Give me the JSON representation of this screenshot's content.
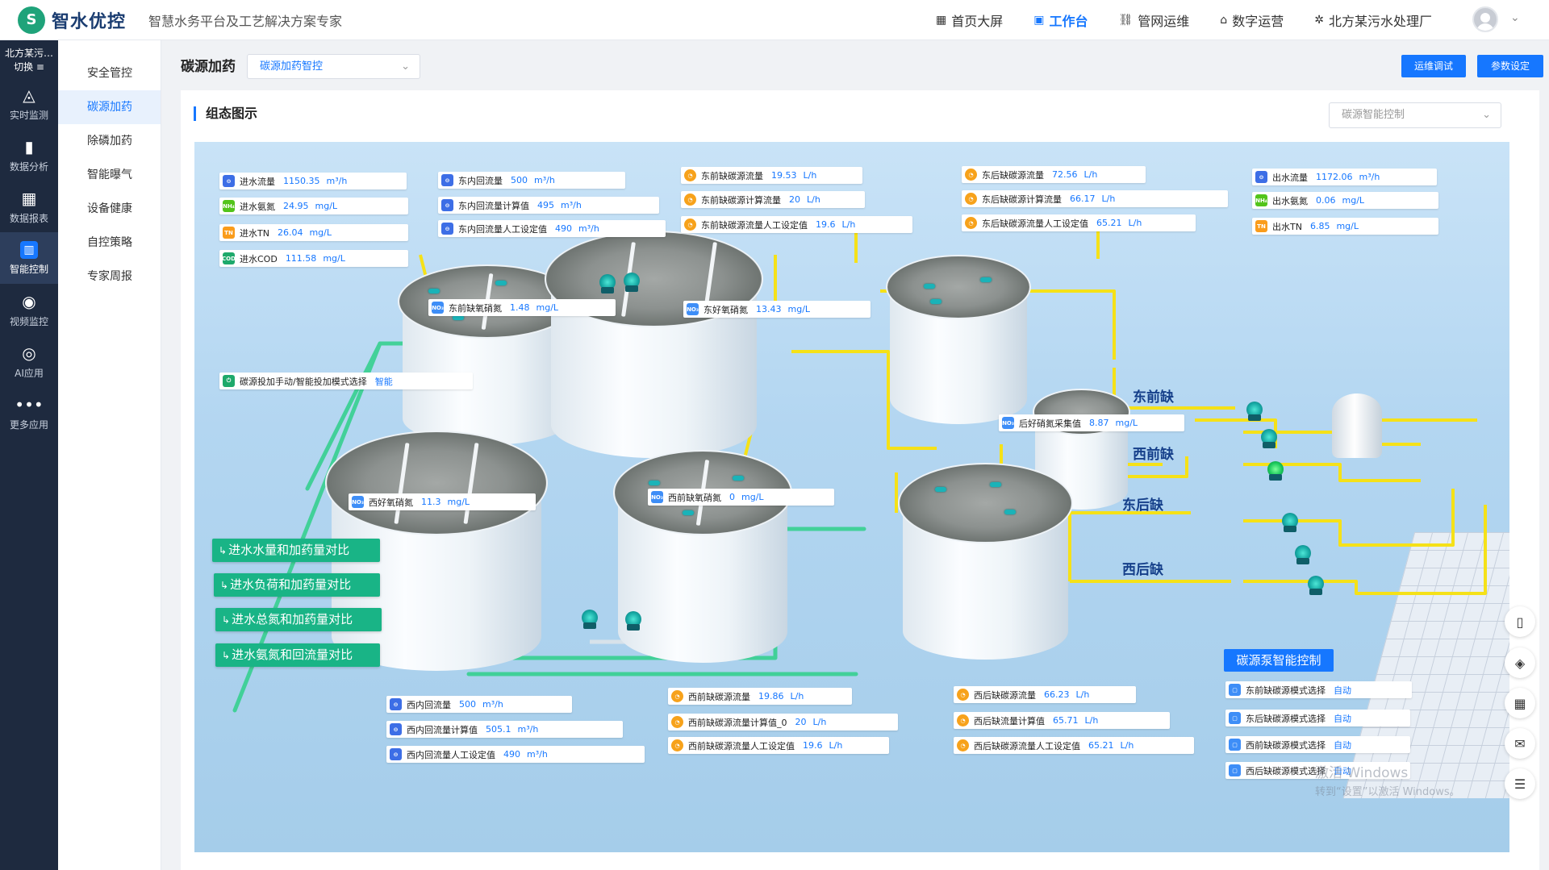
{
  "header": {
    "logo_mark": "S",
    "brand": "智水优控",
    "slogan": "智慧水务平台及工艺解决方案专家",
    "nav": [
      {
        "icon": "▦",
        "label": "首页大屏"
      },
      {
        "icon": "▣",
        "label": "工作台"
      },
      {
        "icon": "⛓",
        "label": "管网运维"
      },
      {
        "icon": "⌂",
        "label": "数字运营"
      },
      {
        "icon": "✲",
        "label": "北方某污水处理厂"
      }
    ],
    "caret": "⌄"
  },
  "rail": {
    "plant_name": "北方某污…",
    "switch_label": "切换 ≡",
    "items": [
      {
        "icon": "◬",
        "label": "实时监测"
      },
      {
        "icon": "▮",
        "label": "数据分析"
      },
      {
        "icon": "▦",
        "label": "数据报表"
      },
      {
        "icon": "▥",
        "label": "智能控制"
      },
      {
        "icon": "◉",
        "label": "视频监控"
      },
      {
        "icon": "◎",
        "label": "AI应用"
      },
      {
        "icon": "•••",
        "label": "更多应用"
      }
    ]
  },
  "submenu": [
    "安全管控",
    "碳源加药",
    "除磷加药",
    "智能曝气",
    "设备健康",
    "自控策略",
    "专家周报"
  ],
  "page": {
    "title": "碳源加药",
    "select_value": "碳源加药智控",
    "caret": "⌄",
    "btn_ops": "运维调试",
    "btn_param": "参数设定"
  },
  "card": {
    "title": "组态图示",
    "select_placeholder": "碳源智能控制",
    "caret": "⌄"
  },
  "labels": {
    "in_flow": {
      "icon": "⊖",
      "name": "进水流量",
      "value": "1150.35",
      "unit": "m³/h"
    },
    "in_nh": {
      "icon": "NH₄",
      "name": "进水氨氮",
      "value": "24.95",
      "unit": "mg/L"
    },
    "in_tn": {
      "icon": "TN",
      "name": "进水TN",
      "value": "26.04",
      "unit": "mg/L"
    },
    "in_cod": {
      "icon": "COD",
      "name": "进水COD",
      "value": "111.58",
      "unit": "mg/L"
    },
    "mode_sel": {
      "icon": "⏻",
      "name": "碳源投加手动/智能投加模式选择",
      "value": "智能"
    },
    "e_in_flow": {
      "icon": "⊖",
      "name": "东内回流量",
      "value": "500",
      "unit": "m³/h"
    },
    "e_in_calc": {
      "icon": "⊖",
      "name": "东内回流量计算值",
      "value": "495",
      "unit": "m³/h"
    },
    "e_in_set": {
      "icon": "⊖",
      "name": "东内回流量人工设定值",
      "value": "490",
      "unit": "m³/h"
    },
    "ef_flow": {
      "icon": "◔",
      "name": "东前缺碳源流量",
      "value": "19.53",
      "unit": "L/h"
    },
    "ef_calc": {
      "icon": "◔",
      "name": "东前缺碳源计算流量",
      "value": "20",
      "unit": "L/h"
    },
    "ef_set": {
      "icon": "◔",
      "name": "东前缺碳源流量人工设定值",
      "value": "19.6",
      "unit": "L/h"
    },
    "eb_flow": {
      "icon": "◔",
      "name": "东后缺碳源流量",
      "value": "72.56",
      "unit": "L/h"
    },
    "eb_calc": {
      "icon": "◔",
      "name": "东后缺碳源计算流量",
      "value": "66.17",
      "unit": "L/h"
    },
    "eb_set": {
      "icon": "◔",
      "name": "东后缺碳源流量人工设定值",
      "value": "65.21",
      "unit": "L/h"
    },
    "out_flow": {
      "icon": "⊖",
      "name": "出水流量",
      "value": "1172.06",
      "unit": "m³/h"
    },
    "out_nh": {
      "icon": "NH₄",
      "name": "出水氨氮",
      "value": "0.06",
      "unit": "mg/L"
    },
    "out_tn": {
      "icon": "TN",
      "name": "出水TN",
      "value": "6.85",
      "unit": "mg/L"
    },
    "ef_no3": {
      "icon": "NO₃",
      "name": "东前缺氧硝氮",
      "value": "1.48",
      "unit": "mg/L"
    },
    "eh_no3": {
      "icon": "NO₃",
      "name": "东好氧硝氮",
      "value": "13.43",
      "unit": "mg/L"
    },
    "post_no3": {
      "icon": "NO₃",
      "name": "后好硝氮采集值",
      "value": "8.87",
      "unit": "mg/L"
    },
    "wh_no3": {
      "icon": "NO₃",
      "name": "西好氧硝氮",
      "value": "11.3",
      "unit": "mg/L"
    },
    "wf_no3": {
      "icon": "NO₃",
      "name": "西前缺氧硝氮",
      "value": "0",
      "unit": "mg/L"
    },
    "w_in_flow": {
      "icon": "⊖",
      "name": "西内回流量",
      "value": "500",
      "unit": "m³/h"
    },
    "w_in_calc": {
      "icon": "⊖",
      "name": "西内回流量计算值",
      "value": "505.1",
      "unit": "m³/h"
    },
    "w_in_set": {
      "icon": "⊖",
      "name": "西内回流量人工设定值",
      "value": "490",
      "unit": "m³/h"
    },
    "wf_flow": {
      "icon": "◔",
      "name": "西前缺碳源流量",
      "value": "19.86",
      "unit": "L/h"
    },
    "wf_calc": {
      "icon": "◔",
      "name": "西前缺碳源流量计算值_0",
      "value": "20",
      "unit": "L/h"
    },
    "wf_set": {
      "icon": "◔",
      "name": "西前缺碳源流量人工设定值",
      "value": "19.6",
      "unit": "L/h"
    },
    "wb_flow": {
      "icon": "◔",
      "name": "西后缺碳源流量",
      "value": "66.23",
      "unit": "L/h"
    },
    "wb_calc": {
      "icon": "◔",
      "name": "西后缺流量计算值",
      "value": "65.71",
      "unit": "L/h"
    },
    "wb_set": {
      "icon": "◔",
      "name": "西后缺碳源流量人工设定值",
      "value": "65.21",
      "unit": "L/h"
    }
  },
  "zones": [
    "东前缺",
    "西前缺",
    "东后缺",
    "西后缺"
  ],
  "compare_buttons": [
    "进水水量和加药量对比",
    "进水负荷和加药量对比",
    "进水总氮和加药量对比",
    "进水氨氮和回流量对比"
  ],
  "compare_icon": "↳",
  "pump_control": {
    "title": "碳源泵智能控制",
    "items": [
      {
        "icon": "▢",
        "name": "东前缺碳源模式选择",
        "value": "自动"
      },
      {
        "icon": "▢",
        "name": "东后缺碳源模式选择",
        "value": "自动"
      },
      {
        "icon": "▢",
        "name": "西前缺碳源模式选择",
        "value": "自动"
      },
      {
        "icon": "▢",
        "name": "西后缺碳源模式选择",
        "value": "自动"
      }
    ]
  },
  "watermark": {
    "line1": "激活 Windows",
    "line2": "转到“设置”以激活 Windows。"
  },
  "float_tools": [
    "▯",
    "◈",
    "▦",
    "✉",
    "☰"
  ]
}
